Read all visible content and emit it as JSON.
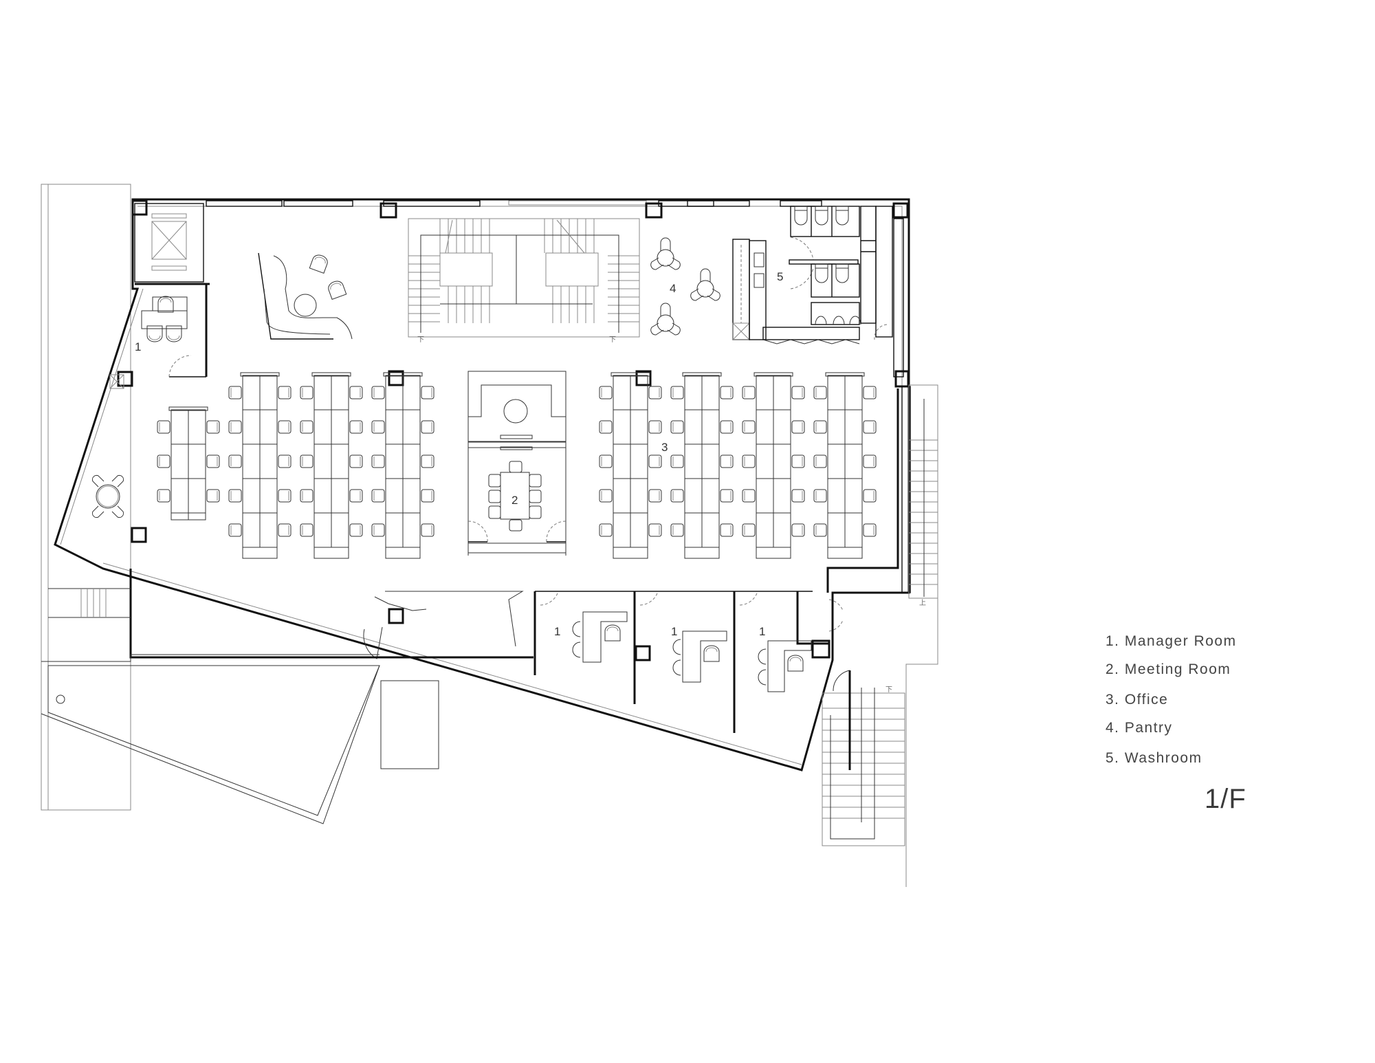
{
  "drawing": {
    "title": "1/F",
    "type": "floor-plan"
  },
  "legend": {
    "items": [
      {
        "number": "1",
        "label": "1. Manager Room"
      },
      {
        "number": "2",
        "label": "2. Meeting Room"
      },
      {
        "number": "3",
        "label": "3. Office"
      },
      {
        "number": "4",
        "label": "4. Pantry"
      },
      {
        "number": "5",
        "label": "5. Washroom"
      }
    ]
  },
  "room_labels": {
    "manager_room_nw": "1",
    "meeting_room": "2",
    "office": "3",
    "pantry": "4",
    "washroom": "5",
    "manager_room_s1": "1",
    "manager_room_s2": "1",
    "manager_room_s3": "1"
  },
  "stair_marks": {
    "down": "下",
    "up": "上"
  },
  "colors": {
    "line": "#111111",
    "thin_line": "#888888",
    "text": "#444444",
    "background": "#ffffff"
  }
}
